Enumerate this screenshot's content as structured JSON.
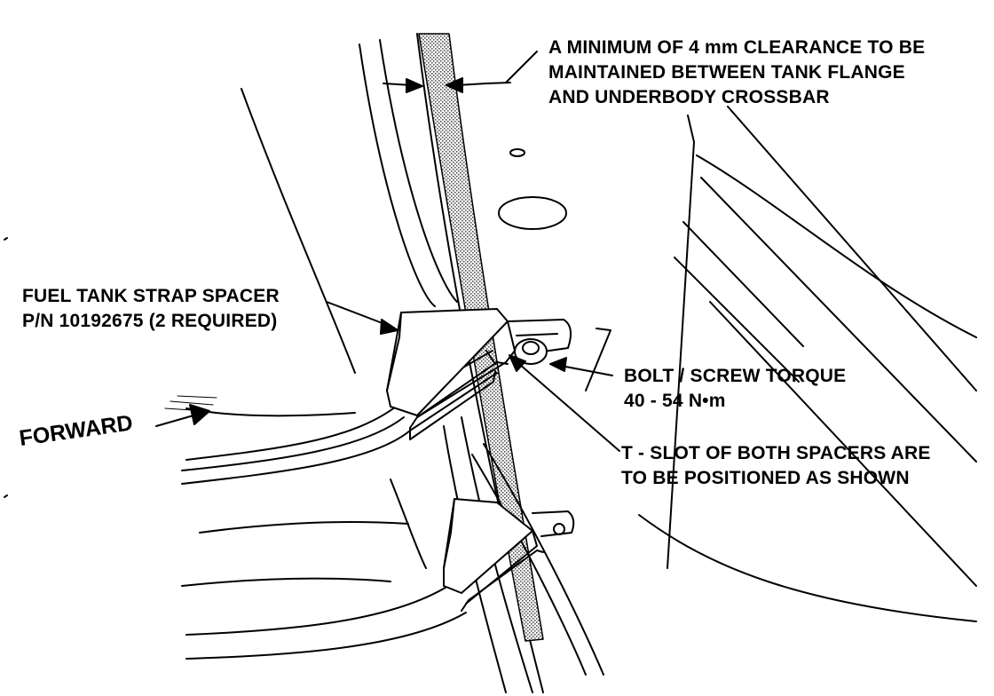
{
  "callouts": {
    "clearance": {
      "line1": "A MINIMUM OF 4 mm CLEARANCE TO BE",
      "line2": "MAINTAINED BETWEEN TANK FLANGE",
      "line3": "AND UNDERBODY CROSSBAR"
    },
    "spacer": {
      "line1": "FUEL TANK STRAP SPACER",
      "line2": "P/N 10192675  (2 REQUIRED)"
    },
    "bolt": {
      "line1": "BOLT / SCREW TORQUE",
      "line2": "40 - 54 N•m"
    },
    "tslot": {
      "line1": "T - SLOT OF BOTH SPACERS ARE",
      "line2": "TO BE POSITIONED AS SHOWN"
    }
  },
  "direction": {
    "label": "FORWARD"
  },
  "colors": {
    "ink": "#000000",
    "paper": "#ffffff",
    "stipple": "#9a9a9a"
  }
}
